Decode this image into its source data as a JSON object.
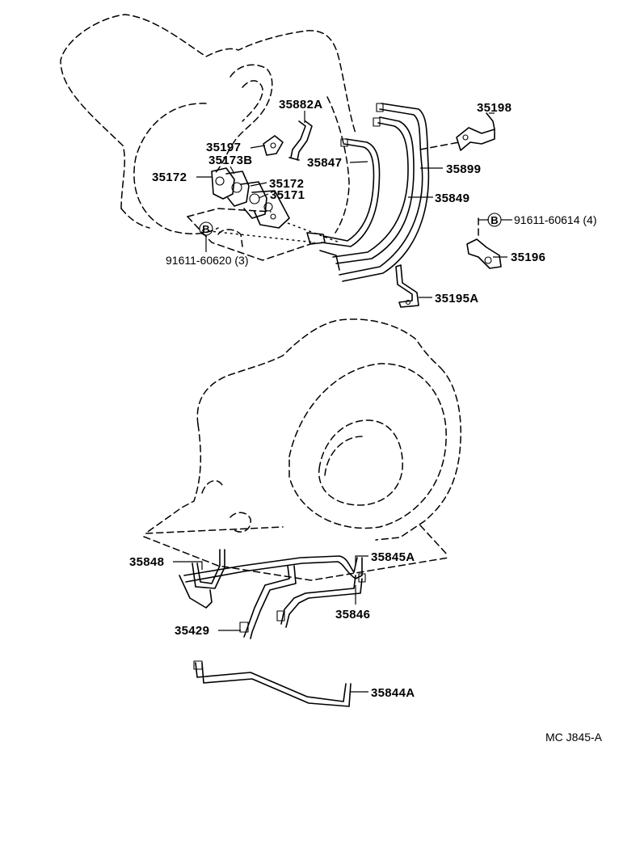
{
  "diagram": {
    "drawing_code": "MC J845-A",
    "bolt_symbol": "B",
    "parts": [
      {
        "id": "p-35882a",
        "number": "35882A"
      },
      {
        "id": "p-35198",
        "number": "35198"
      },
      {
        "id": "p-35197",
        "number": "35197"
      },
      {
        "id": "p-35173b",
        "number": "35173B"
      },
      {
        "id": "p-35172-left",
        "number": "35172"
      },
      {
        "id": "p-35172-right",
        "number": "35172"
      },
      {
        "id": "p-35171",
        "number": "35171"
      },
      {
        "id": "p-35847",
        "number": "35847"
      },
      {
        "id": "p-35899",
        "number": "35899"
      },
      {
        "id": "p-35849",
        "number": "35849"
      },
      {
        "id": "p-91611-60620",
        "number": "91611-60620 (3)"
      },
      {
        "id": "p-91611-60614",
        "number": "91611-60614 (4)"
      },
      {
        "id": "p-35196",
        "number": "35196"
      },
      {
        "id": "p-35195a",
        "number": "35195A"
      },
      {
        "id": "p-35848",
        "number": "35848"
      },
      {
        "id": "p-35845a",
        "number": "35845A"
      },
      {
        "id": "p-35846",
        "number": "35846"
      },
      {
        "id": "p-35429",
        "number": "35429"
      },
      {
        "id": "p-35844a",
        "number": "35844A"
      }
    ]
  }
}
